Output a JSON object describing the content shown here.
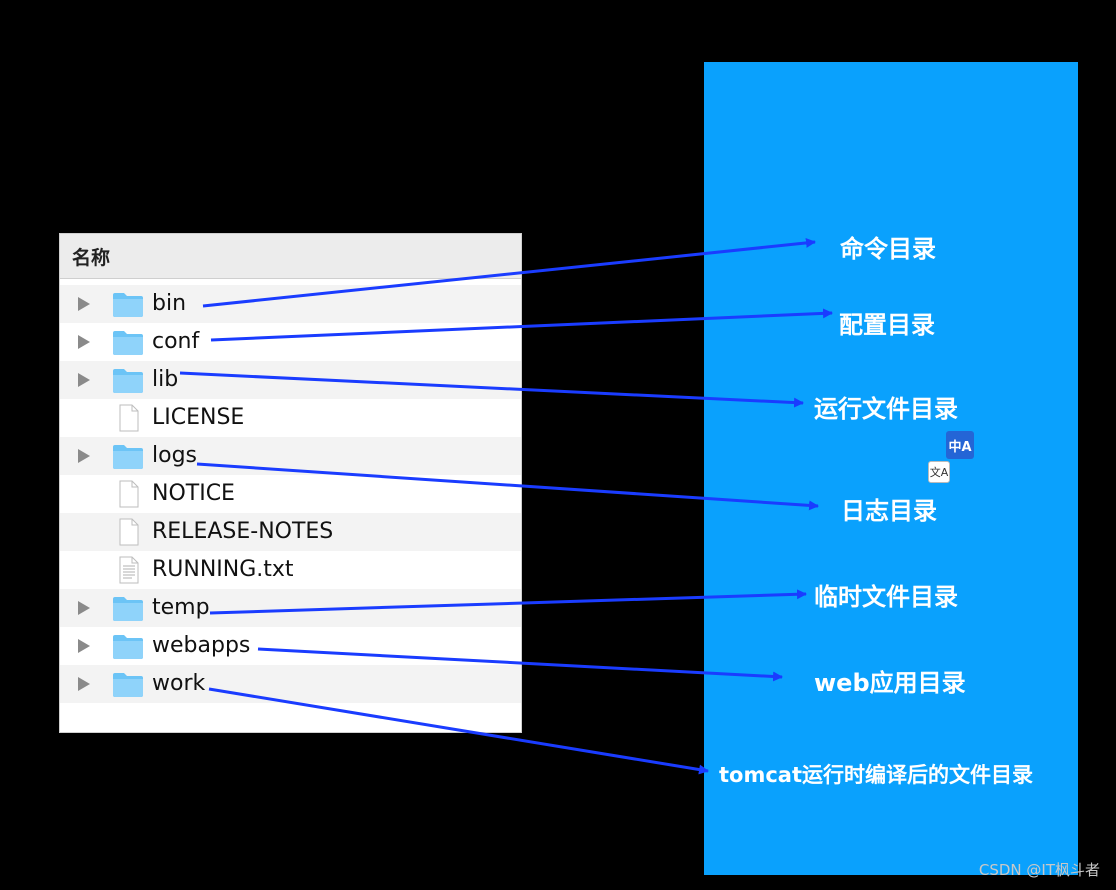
{
  "finder": {
    "header": "名称",
    "items": [
      {
        "name": "bin",
        "type": "folder",
        "expandable": true
      },
      {
        "name": "conf",
        "type": "folder",
        "expandable": true
      },
      {
        "name": "lib",
        "type": "folder",
        "expandable": true
      },
      {
        "name": "LICENSE",
        "type": "file",
        "expandable": false
      },
      {
        "name": "logs",
        "type": "folder",
        "expandable": true
      },
      {
        "name": "NOTICE",
        "type": "file",
        "expandable": false
      },
      {
        "name": "RELEASE-NOTES",
        "type": "file",
        "expandable": false
      },
      {
        "name": "RUNNING.txt",
        "type": "text-file",
        "expandable": false
      },
      {
        "name": "temp",
        "type": "folder",
        "expandable": true
      },
      {
        "name": "webapps",
        "type": "folder",
        "expandable": true
      },
      {
        "name": "work",
        "type": "folder",
        "expandable": true
      }
    ]
  },
  "annotations": [
    {
      "source": "bin",
      "label": "命令目录"
    },
    {
      "source": "conf",
      "label": "配置目录"
    },
    {
      "source": "lib",
      "label": "运行文件目录"
    },
    {
      "source": "logs",
      "label": "日志目录"
    },
    {
      "source": "temp",
      "label": "临时文件目录"
    },
    {
      "source": "webapps",
      "label": "web应用目录"
    },
    {
      "source": "work",
      "label": "tomcat运行时编译后的文件目录"
    }
  ],
  "translate_badge": "中A",
  "translate_badge_small": "文A",
  "watermark": "CSDN @IT枫斗者",
  "colors": {
    "panel": "#0aa1fd",
    "arrow": "#1a3cff",
    "folder": "#6cc4f6",
    "background": "#000000"
  }
}
